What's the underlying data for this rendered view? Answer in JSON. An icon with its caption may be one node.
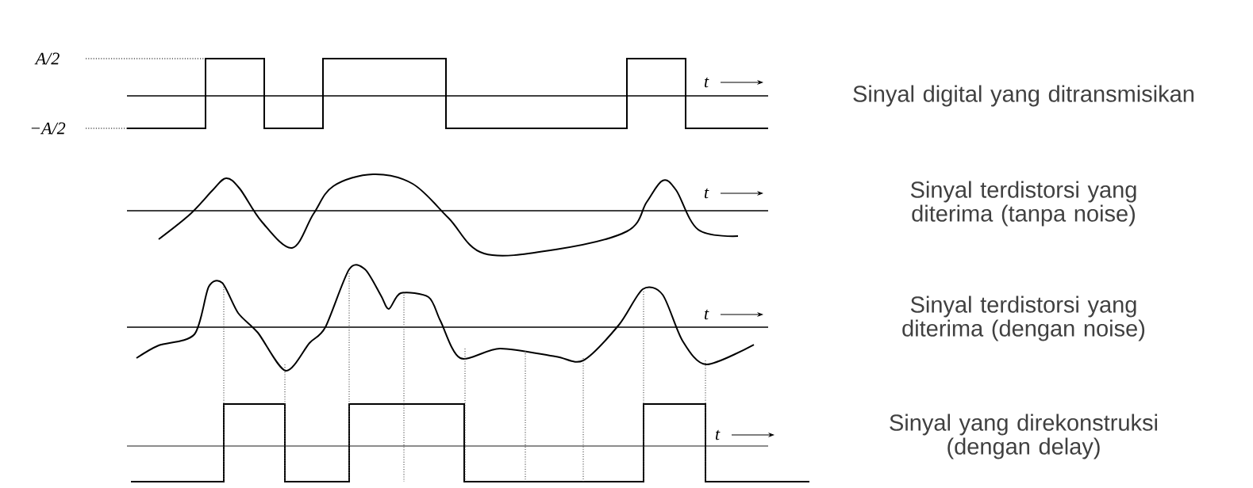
{
  "diagram": {
    "labels": [
      "A/2",
      "t",
      "Sinyal digital yang ditransmisikan",
      "−A/2",
      "t",
      "Sinyal terdistorsi yang diterima (tanpa noise)",
      "t",
      "Sinyal terdistorsi yang diterima (dengan noise)",
      "t",
      "Sinyal yang direkonstruksi (dengan delay)"
    ]
  }
}
